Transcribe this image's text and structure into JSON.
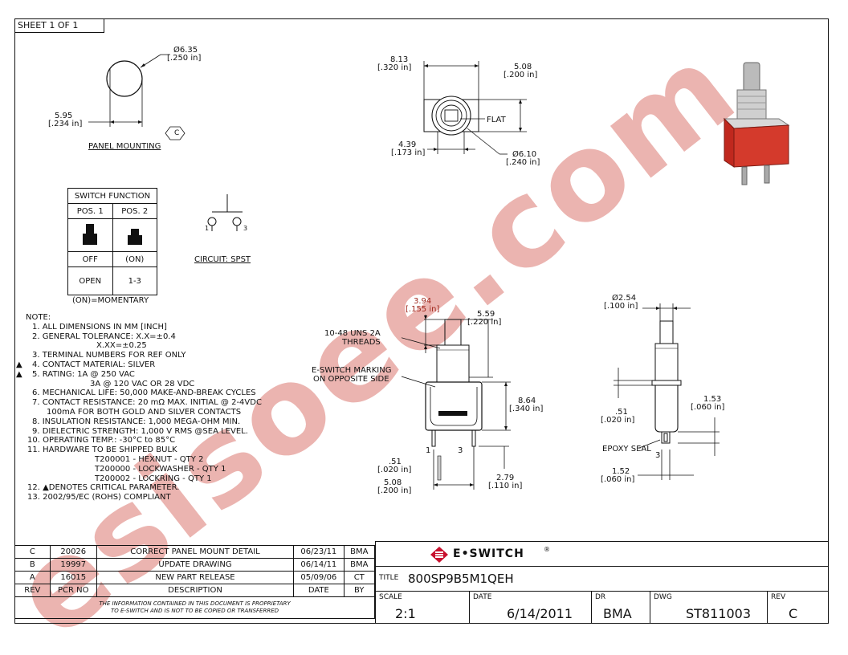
{
  "sheet": "SHEET 1 OF 1",
  "panel": {
    "diam": "Ø6.35",
    "diam_in": "[.250 in]",
    "width": "5.95",
    "width_in": "[.234 in]",
    "label": "PANEL MOUNTING",
    "rev_tag": "C"
  },
  "front": {
    "w": "8.13",
    "w_in": "[.320 in]",
    "h": "5.08",
    "h_in": "[.200 in]",
    "flat": "FLAT",
    "inner": "4.39",
    "inner_in": "[.173 in]",
    "od": "Ø6.10",
    "od_in": "[.240 in]"
  },
  "switch_function": {
    "title": "SWITCH FUNCTION",
    "pos1": "POS. 1",
    "pos2": "POS. 2",
    "off": "OFF",
    "on": "(ON)",
    "open": "OPEN",
    "conn": "1-3",
    "footer": "(ON)=MOMENTARY"
  },
  "circuit": {
    "label": "CIRCUIT: SPST",
    "t1": "1",
    "t3": "3"
  },
  "notes": {
    "header": "NOTE:",
    "lines": [
      "1. ALL DIMENSIONS IN MM [INCH]",
      "2. GENERAL TOLERANCE: X.X=±0.4",
      "X.XX=±0.25",
      "3. TERMINAL NUMBERS FOR REF ONLY",
      "4. CONTACT MATERIAL: SILVER",
      "5. RATING: 1A @ 250 VAC",
      "3A @ 120 VAC OR 28 VDC",
      "6. MECHANICAL LIFE: 50,000 MAKE-AND-BREAK CYCLES",
      "7. CONTACT RESISTANCE: 20 mΩ MAX. INITIAL @ 2-4VDC",
      "100mA FOR BOTH GOLD AND SILVER CONTACTS",
      "8. INSULATION RESISTANCE: 1,000 MEGA-OHM MIN.",
      "9. DIELECTRIC STRENGTH: 1,000 V RMS @SEA LEVEL.",
      "10. OPERATING TEMP.: -30°C to 85°C",
      "11. HARDWARE TO BE SHIPPED BULK",
      "T200001 - HEXNUT - QTY 2",
      "T200000 - LOCKWASHER - QTY 1",
      "T200002 - LOCKRING - QTY 1",
      "12. ▲DENOTES CRITICAL PARAMETER.",
      "13. 2002/95/EC (ROHS) COMPLIANT"
    ]
  },
  "side": {
    "top": "3.94",
    "top_in": "[.155 in]",
    "width": "5.59",
    "width_in": "[.220 in]",
    "threads": "10-48 UNS 2A",
    "threads2": "THREADS",
    "marking": "E-SWITCH MARKING",
    "marking2": "ON OPPOSITE SIDE",
    "body": "8.64",
    "body_in": "[.340 in]",
    "pin": ".51",
    "pin_in": "[.020 in]",
    "span": "5.08",
    "span_in": "[.200 in]",
    "term": "2.79",
    "term_in": "[.110 in]",
    "t1": "1",
    "t3": "3"
  },
  "end": {
    "diam": "Ø2.54",
    "diam_in": "[.100 in]",
    "gap": ".51",
    "gap_in": "[.020 in]",
    "h": "1.53",
    "h_in": "[.060 in]",
    "epoxy": "EPOXY SEAL",
    "w": "1.52",
    "w_in": "[.060 in]",
    "t3": "3"
  },
  "revisions": {
    "rows": [
      [
        "C",
        "20026",
        "CORRECT PANEL MOUNT DETAIL",
        "06/23/11",
        "BMA"
      ],
      [
        "B",
        "19997",
        "UPDATE DRAWING",
        "06/14/11",
        "BMA"
      ],
      [
        "A",
        "16015",
        "NEW PART RELEASE",
        "05/09/06",
        "CT"
      ]
    ],
    "headers": [
      "REV",
      "PCR NO",
      "DESCRIPTION",
      "DATE",
      "BY"
    ],
    "proprietary1": "THE INFORMATION CONTAINED IN THIS DOCUMENT IS PROPRIETARY",
    "proprietary2": "TO E-SWITCH AND IS NOT TO BE COPIED OR TRANSFERRED"
  },
  "titleblock": {
    "brand": "E•SWITCH",
    "brand_mark": "®",
    "title_lbl": "TITLE",
    "title": "800SP9B5M1QEH",
    "scale_lbl": "SCALE",
    "scale": "2:1",
    "date_lbl": "DATE",
    "date": "6/14/2011",
    "dr_lbl": "DR",
    "dr": "BMA",
    "dwg_lbl": "DWG",
    "dwg": "ST811003",
    "rev_lbl": "REV",
    "rev": "C"
  },
  "watermark": "esisoee.com",
  "colors": {
    "brand": "#c8102e",
    "watermark": "#e8a7a2",
    "switch_red": "#c0281e"
  }
}
